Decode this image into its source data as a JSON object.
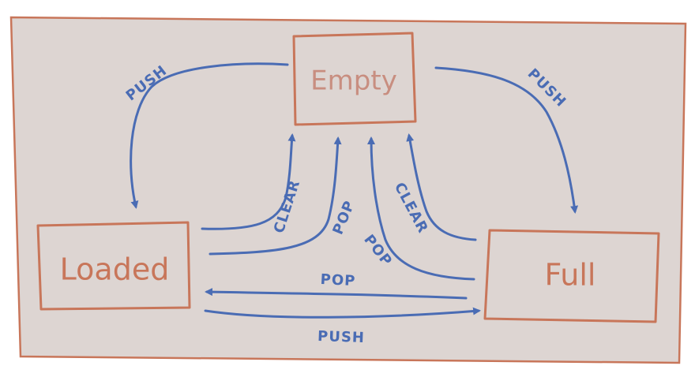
{
  "colors": {
    "board_fill": "#ddd5d2",
    "state": "#c8765a",
    "arrow": "#4a6cb4"
  },
  "states": {
    "empty": "Empty",
    "loaded": "Loaded",
    "full": "Full"
  },
  "transitions": {
    "empty_to_loaded": "PUSH",
    "empty_to_full": "PUSH",
    "loaded_to_empty_clear": "CLEAR",
    "loaded_to_empty_pop": "POP",
    "full_to_empty_pop": "POP",
    "full_to_empty_clear": "CLEAR",
    "full_to_loaded": "POP",
    "loaded_to_full": "PUSH"
  }
}
